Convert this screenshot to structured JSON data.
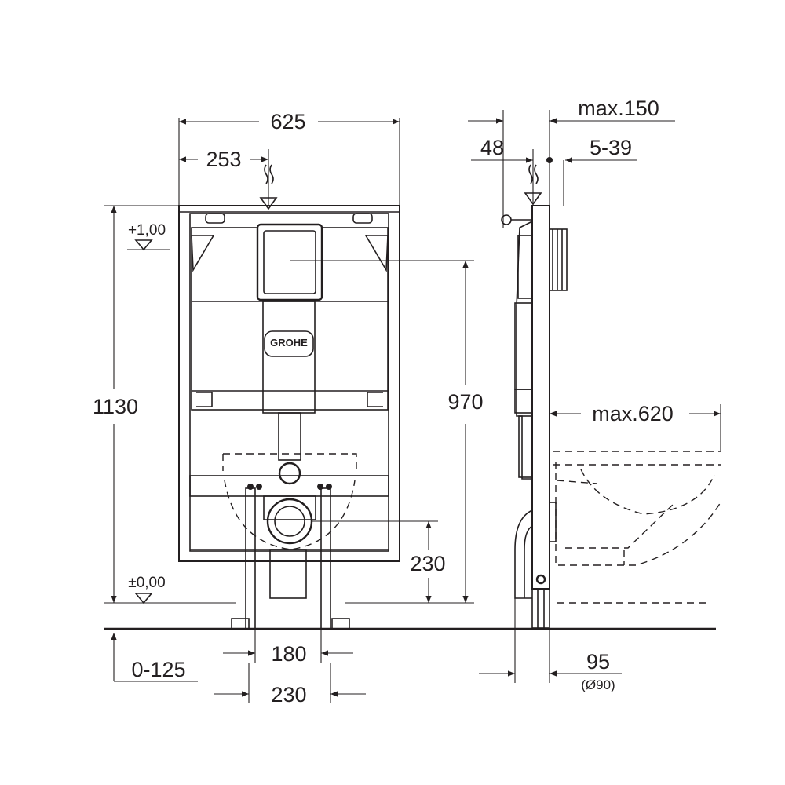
{
  "drawing": {
    "brand_logo": "GROHE",
    "front_view": {
      "width_label": "625",
      "offset_label": "253",
      "height_label": "1130",
      "flush_height_label": "970",
      "outlet_height_label": "230",
      "level_top_label": "+1,00",
      "level_floor_label": "±0,00",
      "feet_inner_label": "180",
      "feet_outer_label": "230",
      "floor_adjust_label": "0-125"
    },
    "side_view": {
      "depth_max_label": "max.150",
      "offset_label": "48",
      "wall_thickness_label": "5-39",
      "projection_label": "max.620",
      "pipe_label": "95",
      "pipe_diameter_label": "(Ø90)"
    }
  }
}
